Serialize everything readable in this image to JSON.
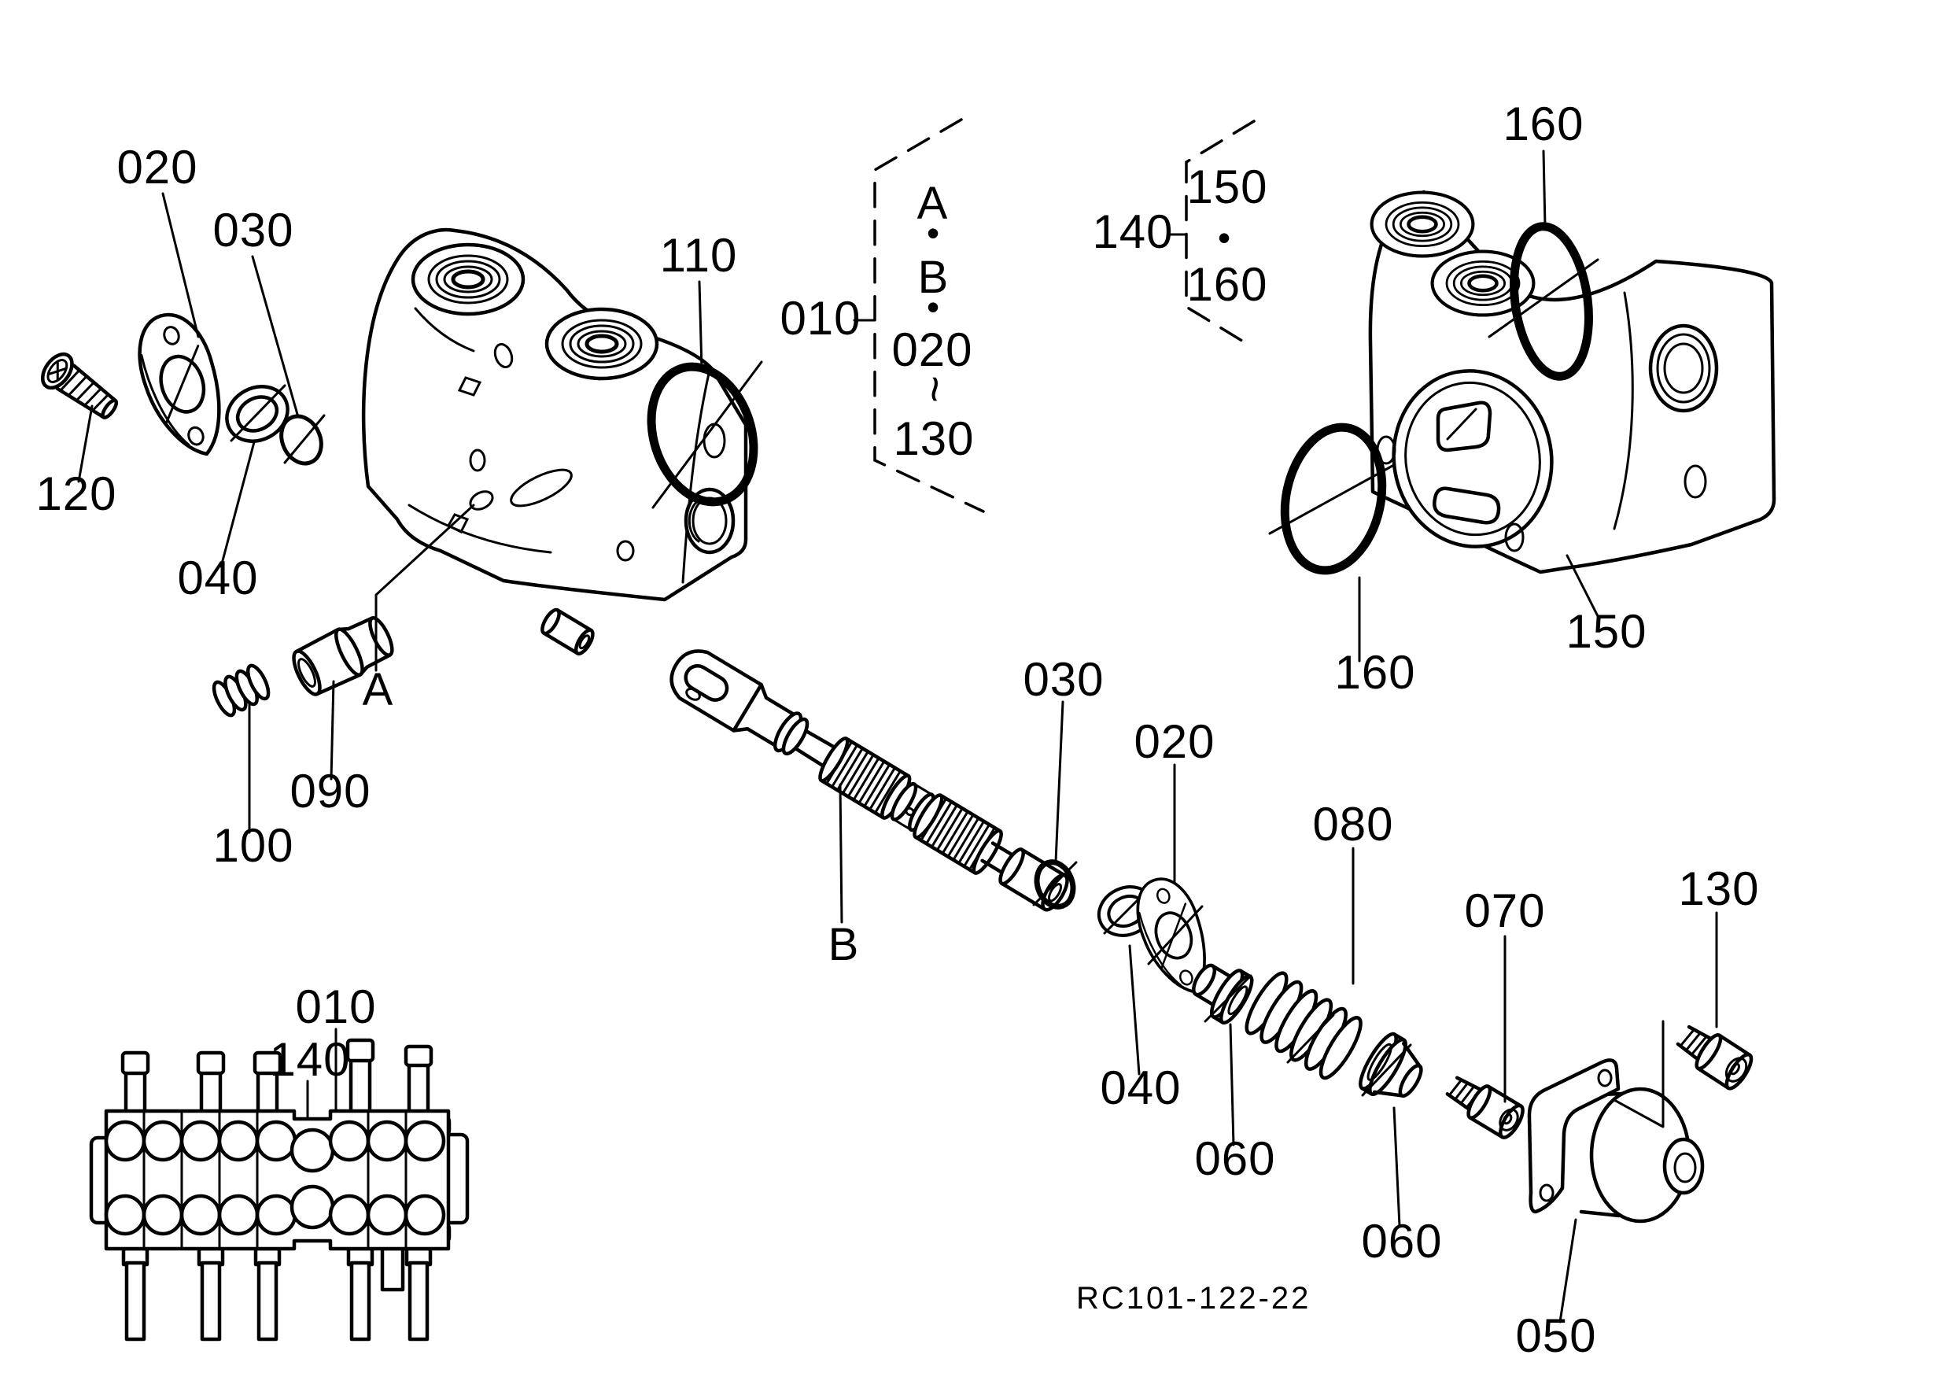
{
  "figure": {
    "ref_code": "RC101-122-22",
    "kind": "exploded-parts-diagram"
  },
  "groups": {
    "g010": {
      "label": "010",
      "items": [
        "A",
        "B",
        "020",
        "~",
        "130"
      ]
    },
    "g140": {
      "label": "140",
      "items": [
        "150",
        "160"
      ]
    }
  },
  "labels": [
    {
      "name": "callout-020-left",
      "text": "020"
    },
    {
      "name": "callout-030-left",
      "text": "030"
    },
    {
      "name": "callout-110",
      "text": "110"
    },
    {
      "name": "callout-010-group",
      "text": "010"
    },
    {
      "name": "group010-item-a",
      "text": "A"
    },
    {
      "name": "group010-dot-1",
      "text": "•"
    },
    {
      "name": "group010-item-b",
      "text": "B"
    },
    {
      "name": "group010-dot-2",
      "text": "•"
    },
    {
      "name": "group010-item-020",
      "text": "020"
    },
    {
      "name": "group010-range-tilde",
      "text": "~"
    },
    {
      "name": "group010-item-130",
      "text": "130"
    },
    {
      "name": "callout-140-group",
      "text": "140"
    },
    {
      "name": "group140-item-150",
      "text": "150"
    },
    {
      "name": "group140-dot",
      "text": "•"
    },
    {
      "name": "group140-item-160",
      "text": "160"
    },
    {
      "name": "callout-160-top",
      "text": "160"
    },
    {
      "name": "callout-150-right",
      "text": "150"
    },
    {
      "name": "callout-160-bottom",
      "text": "160"
    },
    {
      "name": "callout-120",
      "text": "120"
    },
    {
      "name": "callout-040-left",
      "text": "040"
    },
    {
      "name": "callout-090",
      "text": "090"
    },
    {
      "name": "callout-100",
      "text": "100"
    },
    {
      "name": "marker-a",
      "text": "A"
    },
    {
      "name": "marker-b",
      "text": "B"
    },
    {
      "name": "callout-030-mid",
      "text": "030"
    },
    {
      "name": "callout-020-mid",
      "text": "020"
    },
    {
      "name": "callout-080",
      "text": "080"
    },
    {
      "name": "callout-070",
      "text": "070"
    },
    {
      "name": "callout-130-right",
      "text": "130"
    },
    {
      "name": "callout-040-mid",
      "text": "040"
    },
    {
      "name": "callout-060-upper",
      "text": "060"
    },
    {
      "name": "callout-060-lower",
      "text": "060"
    },
    {
      "name": "callout-050",
      "text": "050"
    },
    {
      "name": "callout-010-schematic",
      "text": "010"
    },
    {
      "name": "callout-140-schematic",
      "text": "140"
    },
    {
      "name": "ref-code",
      "text": "RC101-122-22"
    }
  ]
}
